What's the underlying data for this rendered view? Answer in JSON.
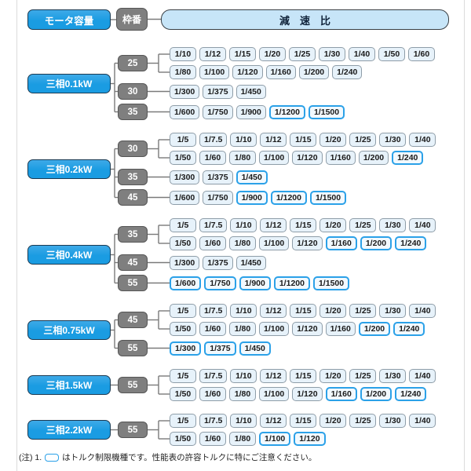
{
  "header": {
    "motor_capacity": "モータ容量",
    "frame_number": "枠番",
    "reduction_ratio": "減　速　比"
  },
  "colors": {
    "motor_box_fill": "#1a9ce2",
    "motor_box_border": "#1b3a52",
    "frame_box_fill": "#7f7f7f",
    "frame_box_border": "#565656",
    "ratio_header_fill": "#c7e5f8",
    "ratio_box_fill": "#e7f2fa",
    "ratio_box_border": "#8e9da8",
    "limited_box_fill": "#f2f9fe",
    "limited_box_border": "#2ba1e8",
    "connector": "#7a7a7a"
  },
  "note": {
    "prefix": "(注) 1.",
    "text": "はトルク制限機種です。性能表の許容トルクに特にご注意ください。"
  },
  "groups": [
    {
      "motor": "三相0.1kW",
      "frames": [
        {
          "size": "25",
          "rows": [
            [
              {
                "value": "1/10",
                "limited": false
              },
              {
                "value": "1/12",
                "limited": false
              },
              {
                "value": "1/15",
                "limited": false
              },
              {
                "value": "1/20",
                "limited": false
              },
              {
                "value": "1/25",
                "limited": false
              },
              {
                "value": "1/30",
                "limited": false
              },
              {
                "value": "1/40",
                "limited": false
              },
              {
                "value": "1/50",
                "limited": false
              },
              {
                "value": "1/60",
                "limited": false
              }
            ],
            [
              {
                "value": "1/80",
                "limited": false
              },
              {
                "value": "1/100",
                "limited": false
              },
              {
                "value": "1/120",
                "limited": false
              },
              {
                "value": "1/160",
                "limited": false
              },
              {
                "value": "1/200",
                "limited": false
              },
              {
                "value": "1/240",
                "limited": false
              }
            ]
          ]
        },
        {
          "size": "30",
          "rows": [
            [
              {
                "value": "1/300",
                "limited": false
              },
              {
                "value": "1/375",
                "limited": false
              },
              {
                "value": "1/450",
                "limited": false
              }
            ]
          ]
        },
        {
          "size": "35",
          "rows": [
            [
              {
                "value": "1/600",
                "limited": false
              },
              {
                "value": "1/750",
                "limited": false
              },
              {
                "value": "1/900",
                "limited": false
              },
              {
                "value": "1/1200",
                "limited": true
              },
              {
                "value": "1/1500",
                "limited": true
              }
            ]
          ]
        }
      ]
    },
    {
      "motor": "三相0.2kW",
      "frames": [
        {
          "size": "30",
          "rows": [
            [
              {
                "value": "1/5",
                "limited": false
              },
              {
                "value": "1/7.5",
                "limited": false
              },
              {
                "value": "1/10",
                "limited": false
              },
              {
                "value": "1/12",
                "limited": false
              },
              {
                "value": "1/15",
                "limited": false
              },
              {
                "value": "1/20",
                "limited": false
              },
              {
                "value": "1/25",
                "limited": false
              },
              {
                "value": "1/30",
                "limited": false
              },
              {
                "value": "1/40",
                "limited": false
              }
            ],
            [
              {
                "value": "1/50",
                "limited": false
              },
              {
                "value": "1/60",
                "limited": false
              },
              {
                "value": "1/80",
                "limited": false
              },
              {
                "value": "1/100",
                "limited": false
              },
              {
                "value": "1/120",
                "limited": false
              },
              {
                "value": "1/160",
                "limited": false
              },
              {
                "value": "1/200",
                "limited": false
              },
              {
                "value": "1/240",
                "limited": true
              }
            ]
          ]
        },
        {
          "size": "35",
          "rows": [
            [
              {
                "value": "1/300",
                "limited": false
              },
              {
                "value": "1/375",
                "limited": false
              },
              {
                "value": "1/450",
                "limited": true
              }
            ]
          ]
        },
        {
          "size": "45",
          "rows": [
            [
              {
                "value": "1/600",
                "limited": false
              },
              {
                "value": "1/750",
                "limited": false
              },
              {
                "value": "1/900",
                "limited": true
              },
              {
                "value": "1/1200",
                "limited": true
              },
              {
                "value": "1/1500",
                "limited": true
              }
            ]
          ]
        }
      ]
    },
    {
      "motor": "三相0.4kW",
      "frames": [
        {
          "size": "35",
          "rows": [
            [
              {
                "value": "1/5",
                "limited": false
              },
              {
                "value": "1/7.5",
                "limited": false
              },
              {
                "value": "1/10",
                "limited": false
              },
              {
                "value": "1/12",
                "limited": false
              },
              {
                "value": "1/15",
                "limited": false
              },
              {
                "value": "1/20",
                "limited": false
              },
              {
                "value": "1/25",
                "limited": false
              },
              {
                "value": "1/30",
                "limited": false
              },
              {
                "value": "1/40",
                "limited": false
              }
            ],
            [
              {
                "value": "1/50",
                "limited": false
              },
              {
                "value": "1/60",
                "limited": false
              },
              {
                "value": "1/80",
                "limited": false
              },
              {
                "value": "1/100",
                "limited": false
              },
              {
                "value": "1/120",
                "limited": false
              },
              {
                "value": "1/160",
                "limited": true
              },
              {
                "value": "1/200",
                "limited": true
              },
              {
                "value": "1/240",
                "limited": true
              }
            ]
          ]
        },
        {
          "size": "45",
          "rows": [
            [
              {
                "value": "1/300",
                "limited": false
              },
              {
                "value": "1/375",
                "limited": false
              },
              {
                "value": "1/450",
                "limited": false
              }
            ]
          ]
        },
        {
          "size": "55",
          "rows": [
            [
              {
                "value": "1/600",
                "limited": true
              },
              {
                "value": "1/750",
                "limited": true
              },
              {
                "value": "1/900",
                "limited": true
              },
              {
                "value": "1/1200",
                "limited": true
              },
              {
                "value": "1/1500",
                "limited": true
              }
            ]
          ]
        }
      ]
    },
    {
      "motor": "三相0.75kW",
      "frames": [
        {
          "size": "45",
          "rows": [
            [
              {
                "value": "1/5",
                "limited": false
              },
              {
                "value": "1/7.5",
                "limited": false
              },
              {
                "value": "1/10",
                "limited": false
              },
              {
                "value": "1/12",
                "limited": false
              },
              {
                "value": "1/15",
                "limited": false
              },
              {
                "value": "1/20",
                "limited": false
              },
              {
                "value": "1/25",
                "limited": false
              },
              {
                "value": "1/30",
                "limited": false
              },
              {
                "value": "1/40",
                "limited": false
              }
            ],
            [
              {
                "value": "1/50",
                "limited": false
              },
              {
                "value": "1/60",
                "limited": false
              },
              {
                "value": "1/80",
                "limited": false
              },
              {
                "value": "1/100",
                "limited": false
              },
              {
                "value": "1/120",
                "limited": false
              },
              {
                "value": "1/160",
                "limited": false
              },
              {
                "value": "1/200",
                "limited": true
              },
              {
                "value": "1/240",
                "limited": true
              }
            ]
          ]
        },
        {
          "size": "55",
          "rows": [
            [
              {
                "value": "1/300",
                "limited": true
              },
              {
                "value": "1/375",
                "limited": true
              },
              {
                "value": "1/450",
                "limited": true
              }
            ]
          ]
        }
      ]
    },
    {
      "motor": "三相1.5kW",
      "frames": [
        {
          "size": "55",
          "rows": [
            [
              {
                "value": "1/5",
                "limited": false
              },
              {
                "value": "1/7.5",
                "limited": false
              },
              {
                "value": "1/10",
                "limited": false
              },
              {
                "value": "1/12",
                "limited": false
              },
              {
                "value": "1/15",
                "limited": false
              },
              {
                "value": "1/20",
                "limited": false
              },
              {
                "value": "1/25",
                "limited": false
              },
              {
                "value": "1/30",
                "limited": false
              },
              {
                "value": "1/40",
                "limited": false
              }
            ],
            [
              {
                "value": "1/50",
                "limited": false
              },
              {
                "value": "1/60",
                "limited": false
              },
              {
                "value": "1/80",
                "limited": false
              },
              {
                "value": "1/100",
                "limited": false
              },
              {
                "value": "1/120",
                "limited": false
              },
              {
                "value": "1/160",
                "limited": true
              },
              {
                "value": "1/200",
                "limited": true
              },
              {
                "value": "1/240",
                "limited": true
              }
            ]
          ]
        }
      ]
    },
    {
      "motor": "三相2.2kW",
      "frames": [
        {
          "size": "55",
          "rows": [
            [
              {
                "value": "1/5",
                "limited": false
              },
              {
                "value": "1/7.5",
                "limited": false
              },
              {
                "value": "1/10",
                "limited": false
              },
              {
                "value": "1/12",
                "limited": false
              },
              {
                "value": "1/15",
                "limited": false
              },
              {
                "value": "1/20",
                "limited": false
              },
              {
                "value": "1/25",
                "limited": false
              },
              {
                "value": "1/30",
                "limited": false
              },
              {
                "value": "1/40",
                "limited": false
              }
            ],
            [
              {
                "value": "1/50",
                "limited": false
              },
              {
                "value": "1/60",
                "limited": false
              },
              {
                "value": "1/80",
                "limited": false
              },
              {
                "value": "1/100",
                "limited": true
              },
              {
                "value": "1/120",
                "limited": true
              }
            ]
          ]
        }
      ]
    }
  ]
}
